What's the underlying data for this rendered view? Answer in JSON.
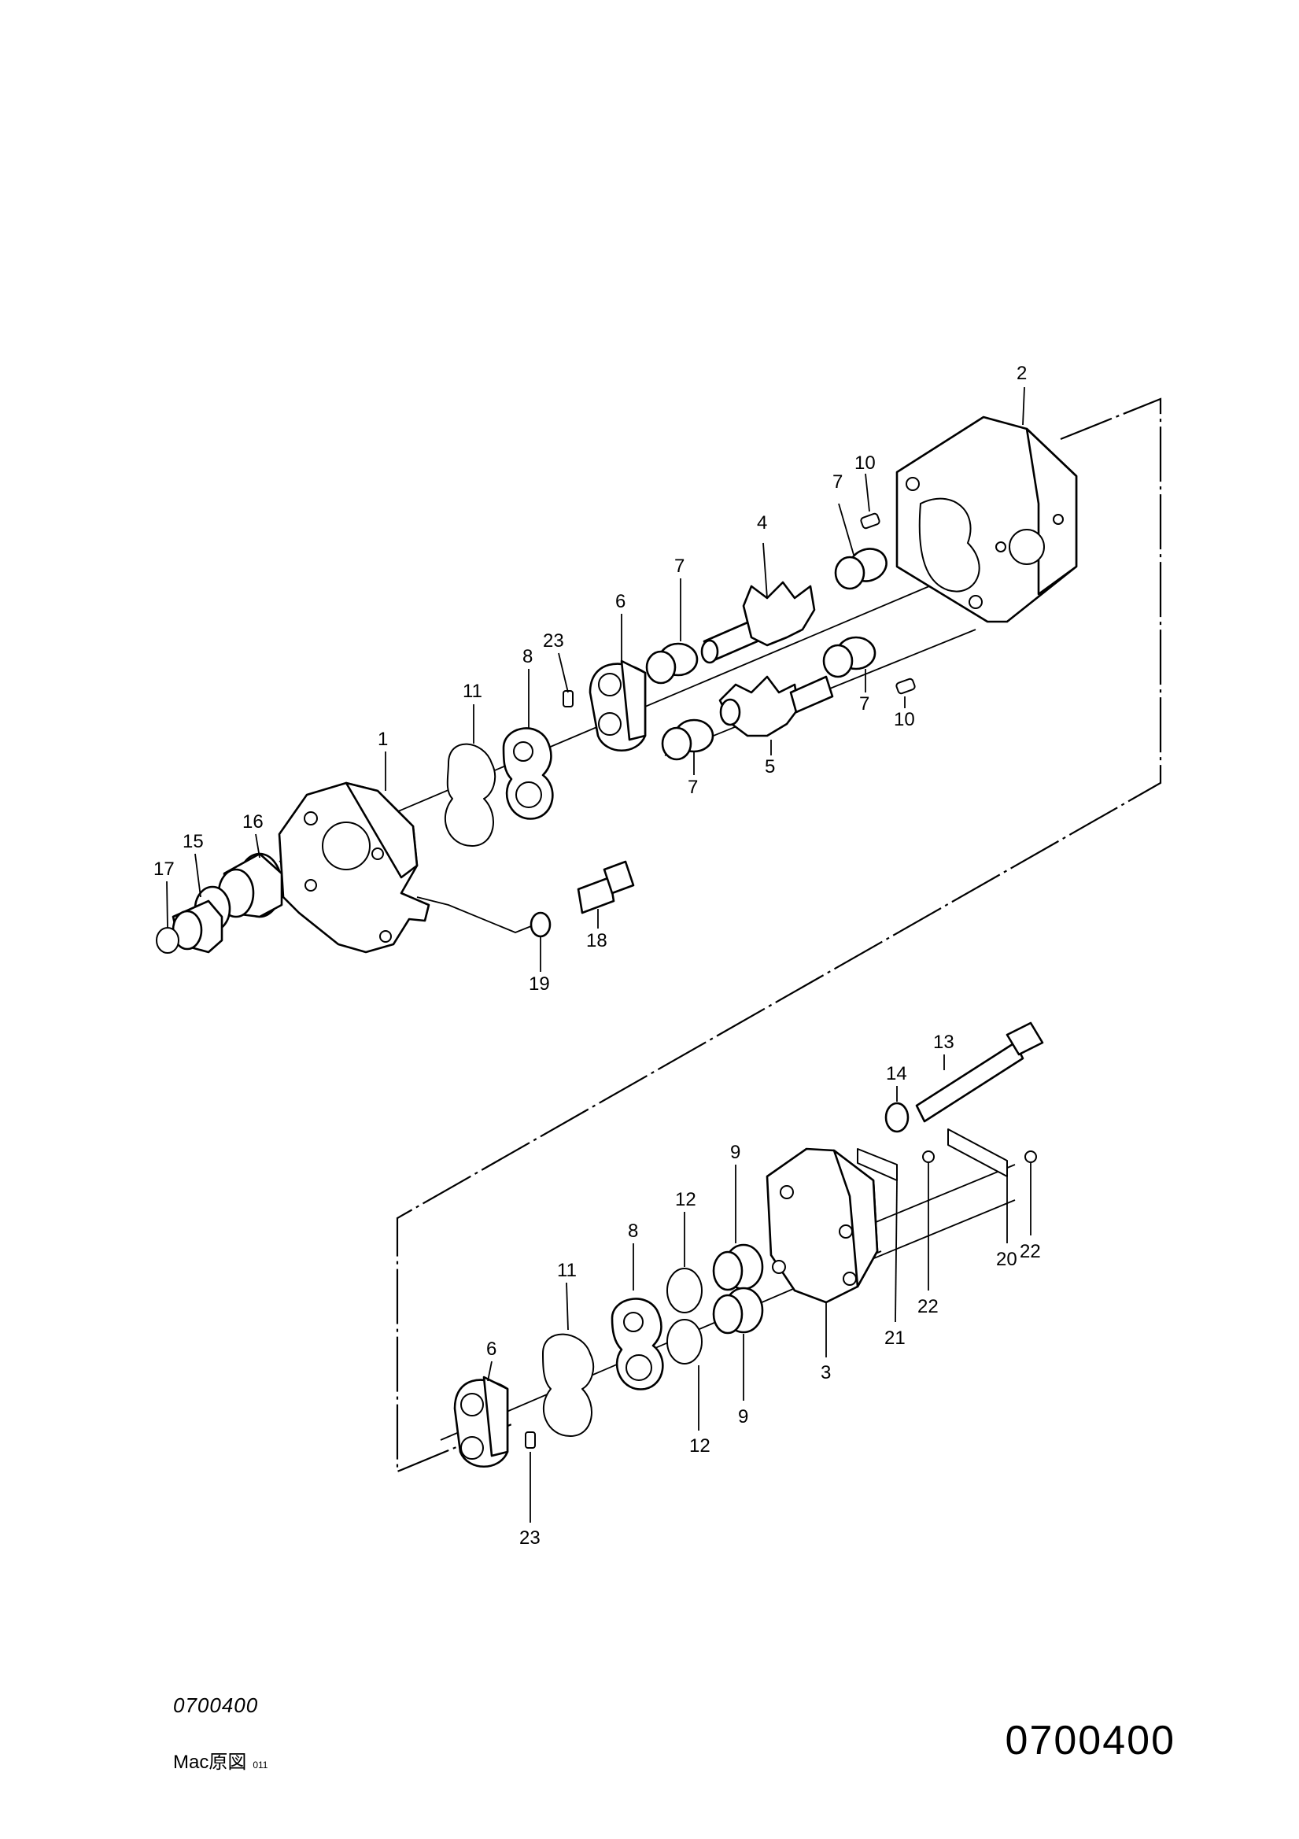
{
  "callouts": {
    "c1": "1",
    "c2": "2",
    "c3": "3",
    "c4": "4",
    "c5": "5",
    "c6a": "6",
    "c6b": "6",
    "c7a": "7",
    "c7b": "7",
    "c7c": "7",
    "c7d": "7",
    "c8a": "8",
    "c8b": "8",
    "c9a": "9",
    "c9b": "9",
    "c10a": "10",
    "c10b": "10",
    "c11a": "11",
    "c11b": "11",
    "c12a": "12",
    "c12b": "12",
    "c13": "13",
    "c14": "14",
    "c15": "15",
    "c16": "16",
    "c17": "17",
    "c18": "18",
    "c19": "19",
    "c20": "20",
    "c21": "21",
    "c22a": "22",
    "c22b": "22",
    "c23a": "23",
    "c23b": "23"
  },
  "footer": {
    "reference_italic": "0700400",
    "source_note": "Mac原図",
    "source_code": "011",
    "diagram_number": "0700400"
  }
}
